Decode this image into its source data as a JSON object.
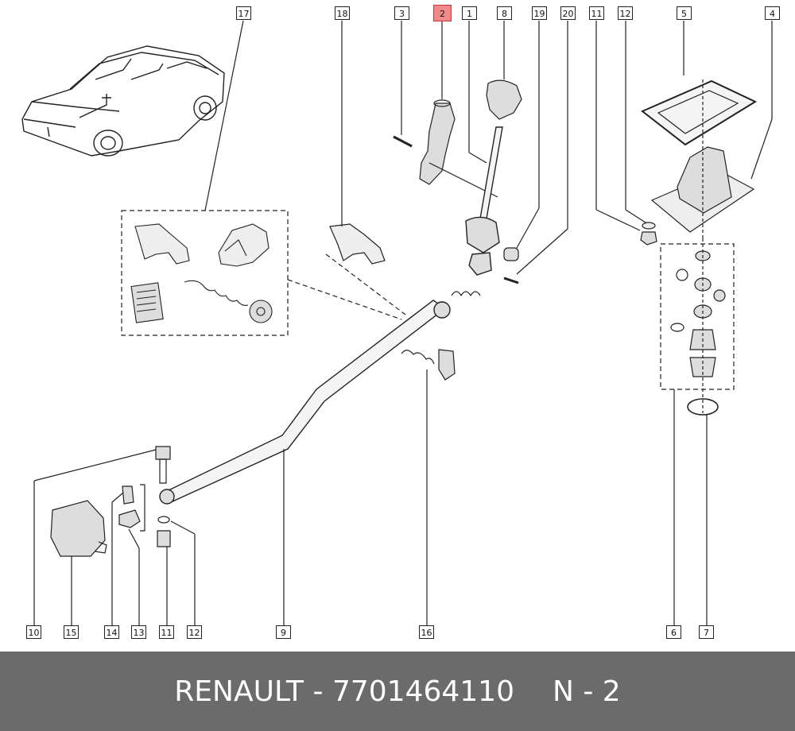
{
  "callouts": {
    "c17": "17",
    "c18": "18",
    "c3": "3",
    "c2": "2",
    "c1": "1",
    "c8": "8",
    "c19": "19",
    "c20": "20",
    "c11a": "11",
    "c12a": "12",
    "c5": "5",
    "c4": "4",
    "c10": "10",
    "c15": "15",
    "c14": "14",
    "c13": "13",
    "c11b": "11",
    "c12b": "12",
    "c9": "9",
    "c16": "16",
    "c6": "6",
    "c7": "7"
  },
  "highlight_part": "2",
  "footer": {
    "brand": "RENAULT",
    "separator": " - ",
    "part_number": "7701464110",
    "position_label": "N - 2"
  },
  "colors": {
    "footer_bg": "#6b6b6b",
    "highlight": "#f08a8a",
    "line": "#222222"
  }
}
